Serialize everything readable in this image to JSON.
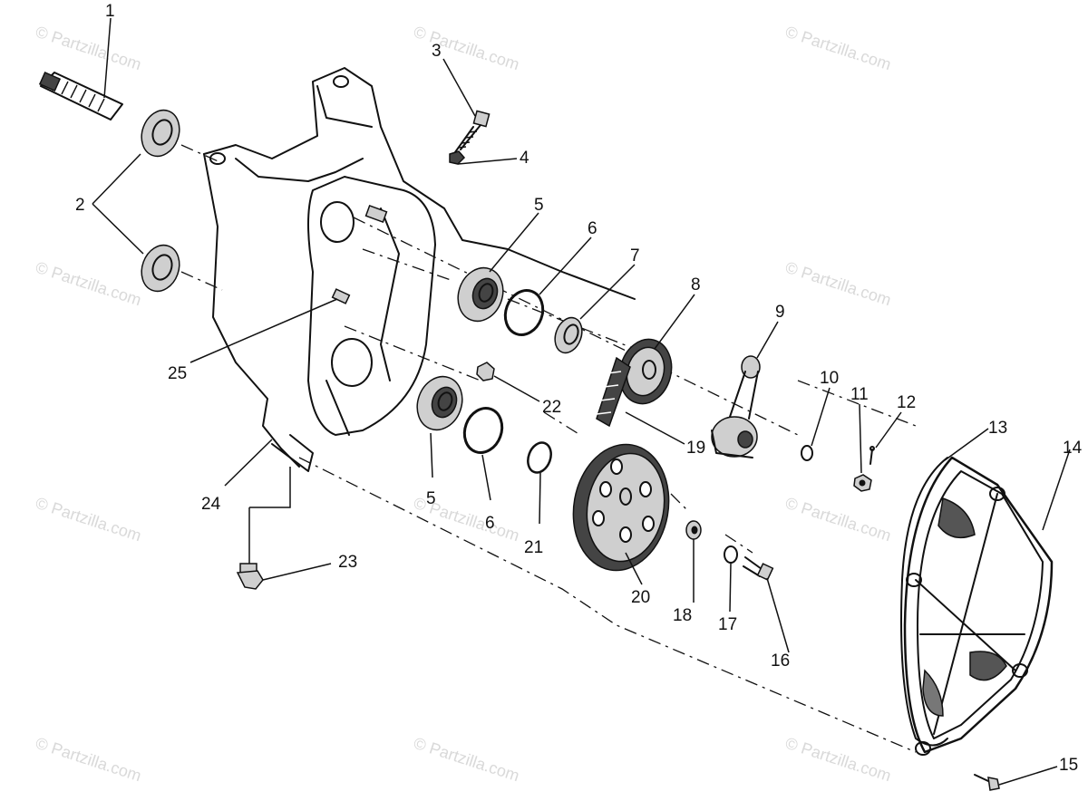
{
  "watermark": "© Partzilla.com",
  "callouts": [
    "1",
    "2",
    "3",
    "4",
    "5",
    "6",
    "7",
    "8",
    "9",
    "10",
    "11",
    "12",
    "13",
    "14",
    "15",
    "16",
    "17",
    "18",
    "19",
    "20",
    "21",
    "22",
    "23",
    "24",
    "25"
  ]
}
